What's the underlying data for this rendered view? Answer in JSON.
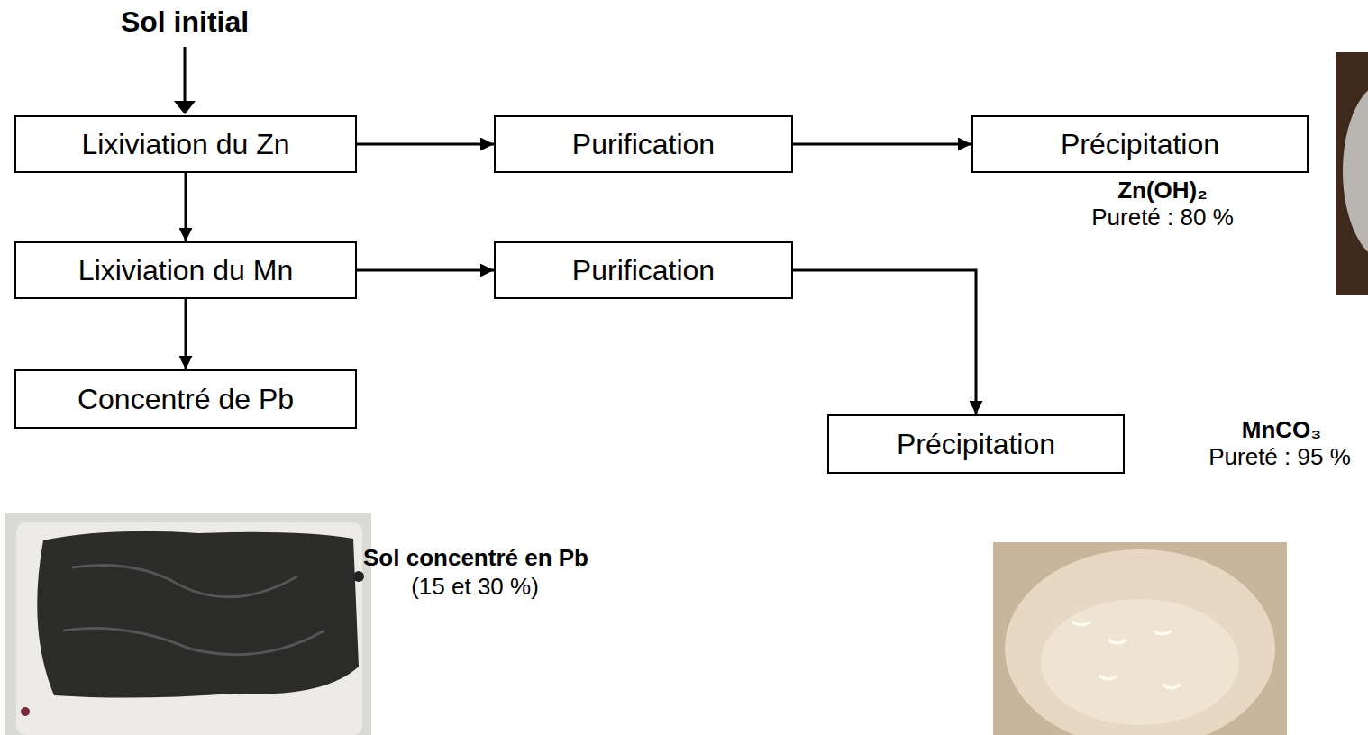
{
  "diagram": {
    "nodes": [
      {
        "text": [
          "Lixiviation du Zn"
        ]
      },
      {
        "text": [
          "Purification"
        ]
      },
      {
        "text": [
          "Précipitation"
        ]
      },
      {
        "text": [
          "Lixiviation du Mn"
        ]
      },
      {
        "text": [
          "Purification"
        ]
      },
      {
        "text": [
          "Concentré de Pb"
        ]
      },
      {
        "text": [
          "Précipitation"
        ]
      }
    ],
    "edges": [
      {
        "from": 0,
        "to": 1,
        "arrow": "to"
      },
      {
        "from": 1,
        "to": 2,
        "arrow": "to"
      },
      {
        "from": 0,
        "to": 3,
        "arrow": "to"
      },
      {
        "from": 3,
        "to": 4,
        "arrow": "to"
      },
      {
        "from": 3,
        "to": 5,
        "arrow": "to"
      },
      {
        "from": 4,
        "to": 6,
        "arrow": "to"
      }
    ],
    "labels": [
      "Sol initial",
      "Zn(OH)₂",
      "Pureté : 80 %",
      "MnCO₃",
      "Pureté : 95 %",
      "Sol concentré en Pb",
      "(15 et 30 %)"
    ]
  }
}
